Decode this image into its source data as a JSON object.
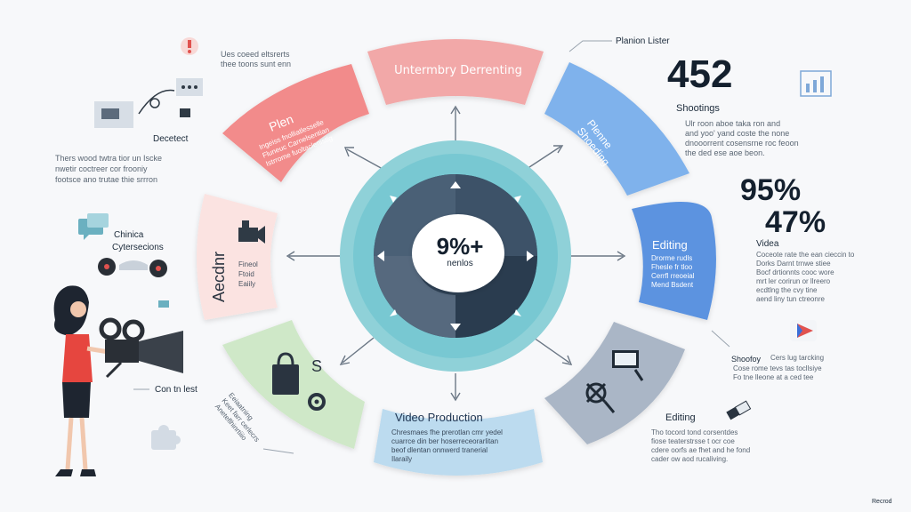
{
  "colors": {
    "coral": "#f28b8b",
    "peach": "#f6b7b7",
    "pink_light": "#fbe3e1",
    "blue": "#7fb2ec",
    "blue_dark": "#5b93e0",
    "green": "#cfe8c8",
    "light_blue": "#bcdbef",
    "slate": "#aab6c6",
    "teal": "#6ec4cf",
    "navy": "#2f4256"
  },
  "center": {
    "value": "9%+",
    "label": "nenlos"
  },
  "segments": {
    "top": "Untermbry Derrenting",
    "upper_left_title": "Plen",
    "upper_left_body": [
      "Ingeiss fnolliatlesselle",
      "Fluneuc Carnelsentian",
      "Istrrome fuoltaclenistlg"
    ],
    "left_title": "Aecdnr",
    "left_body": [
      "Fineol",
      "Ftoid",
      "Eaiily"
    ],
    "upper_right_title": "Plenne Shoeding",
    "right_title": "Editing",
    "right_body": [
      "Drorme rudls",
      "Fhesle fr tloo",
      "Cerrfl rreoeial",
      "Mend Bsdent"
    ],
    "bottom": "Video Production",
    "bottom_body": [
      "Chresmaes fhe prerotlan cmr yedel",
      "cuarrce din ber hoserreceorarlitan",
      "beof dlentan onnwerd tranerial",
      "Ilaraily"
    ],
    "lower_left_label": "S"
  },
  "left_texts": {
    "top_note": [
      "Ues coeed eltsrerts",
      "thee toons sunt enn"
    ],
    "decetect": "Decetect",
    "desc": [
      "Thers wood twtra tior un Iscke",
      "nwetir coctreer cor frooniy",
      "footsce ano trutae thie srrron"
    ],
    "chinica": "Chinica",
    "cytersions": "Cytersecions",
    "contest": "Con tn lest",
    "bottom_rotated": [
      "Eeiaatning",
      "Keet farr cerlecrs",
      "Aneteflhinrtiiio"
    ]
  },
  "right_texts": {
    "planion": "Planion Lister",
    "stat1": "452",
    "shootings": "Shootings",
    "shootings_desc": [
      "Ulr roon aboe taka ron and",
      "and yoo' yand coste the none",
      "dnooorrent cosensrne roc feoon",
      "the ded ese aoe beon."
    ],
    "stat2": "95%",
    "stat3": "47%",
    "video": "Videa",
    "video_desc": [
      "Coceote rate the ean cieccin to",
      "Dorks Darnt trnwe stiee",
      "Bocf drtionnts cooc wore",
      "mrt ler corirun or llreero",
      "ecdtlng the cvy tine",
      "aend liny tun ctreonre"
    ],
    "shoofoy": "Shoofoy",
    "shoofoy_desc": [
      "Cers lug tarcking",
      "Cose rome tevs tas tocllsiye",
      "Fo tne lleone at a ced tee"
    ],
    "editing": "Editing",
    "editing_desc": [
      "Tho tocord tond corsentdes",
      "fiose teaterstrsse t ocr coe",
      "cdere oorfs ae fhet and he fond",
      "cader ow aod rucaliving."
    ],
    "footer": "Recrod"
  }
}
